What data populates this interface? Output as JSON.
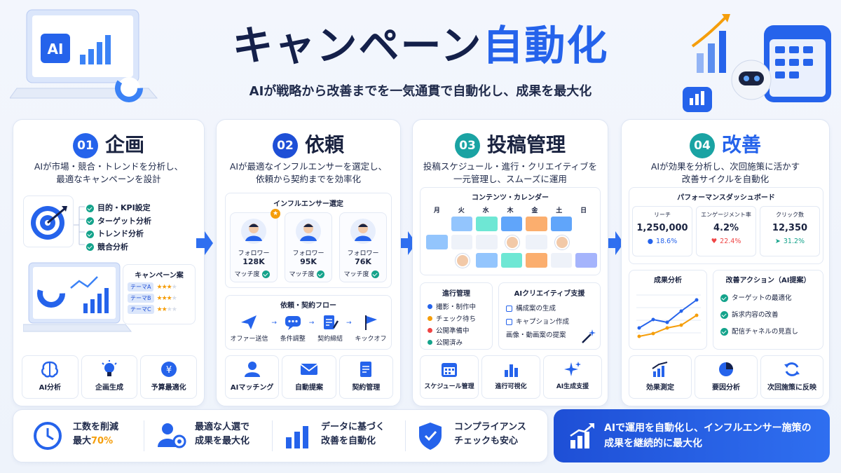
{
  "header": {
    "title_a": "キャンペーン",
    "title_b": "自動化",
    "subtitle": "AIが戦略から改善までを一気通貫で自動化し、成果を最大化",
    "laptop_badge": "AI"
  },
  "col1": {
    "num": "01",
    "title": "企画",
    "desc1": "AIが市場・競合・トレンドを分析し、",
    "desc2": "最適なキャンペーンを設計",
    "checks": [
      "目的・KPI設定",
      "ターゲット分析",
      "トレンド分析",
      "競合分析"
    ],
    "plan_title": "キャンペーン案",
    "plans": [
      {
        "name": "テーマA",
        "stars": 3
      },
      {
        "name": "テーマB",
        "stars": 3
      },
      {
        "name": "テーマC",
        "stars": 2
      }
    ],
    "tools": [
      "AI分析",
      "企画生成",
      "予算最適化"
    ]
  },
  "col2": {
    "num": "02",
    "title": "依頼",
    "desc1": "AIが最適なインフルエンサーを選定し、",
    "desc2": "依頼から契約までを効率化",
    "select_title": "インフルエンサー選定",
    "influencers": [
      {
        "label": "フォロワー",
        "count": "128K",
        "match": "マッチ度"
      },
      {
        "label": "フォロワー",
        "count": "95K",
        "match": "マッチ度"
      },
      {
        "label": "フォロワー",
        "count": "76K",
        "match": "マッチ度"
      }
    ],
    "flow_title": "依頼・契約フロー",
    "flow": [
      "オファー送信",
      "条件調整",
      "契約締結",
      "キックオフ"
    ],
    "tools": [
      "AIマッチング",
      "自動提案",
      "契約管理"
    ]
  },
  "col3": {
    "num": "03",
    "title": "投稿管理",
    "desc1": "投稿スケジュール・進行・クリエイティブを",
    "desc2": "一元管理し、スムーズに運用",
    "cal_title": "コンテンツ・カレンダー",
    "days": [
      "月",
      "火",
      "水",
      "木",
      "金",
      "土",
      "日"
    ],
    "progress_title": "進行管理",
    "progress": [
      {
        "label": "撮影・制作中",
        "color": "#2563eb"
      },
      {
        "label": "チェック待ち",
        "color": "#f59e0b"
      },
      {
        "label": "公開準備中",
        "color": "#ef4444"
      },
      {
        "label": "公開済み",
        "color": "#14a38b"
      }
    ],
    "creative_title": "AIクリエイティブ支援",
    "creative": [
      "構成案の生成",
      "キャプション作成",
      "画像・動画案の提案"
    ],
    "tools": [
      "スケジュール管理",
      "進行可視化",
      "AI生成支援"
    ]
  },
  "col4": {
    "num": "04",
    "title": "改善",
    "desc1": "AIが効果を分析し、次回施策に活かす",
    "desc2": "改善サイクルを自動化",
    "dash_title": "パフォーマンスダッシュボード",
    "metrics": [
      {
        "label": "リーチ",
        "value": "1,250,000",
        "delta": "18.6%",
        "color": "#2563eb"
      },
      {
        "label": "エンゲージメント率",
        "value": "4.2%",
        "delta": "22.4%",
        "color": "#ef4444"
      },
      {
        "label": "クリック数",
        "value": "12,350",
        "delta": "31.2%",
        "color": "#14a38b"
      }
    ],
    "analysis_title": "成果分析",
    "action_title": "改善アクション（AI提案）",
    "actions": [
      "ターゲットの最適化",
      "訴求内容の改善",
      "配信チャネルの見直し"
    ],
    "tools": [
      "効果測定",
      "要因分析",
      "次回施策に反映"
    ]
  },
  "bottom": {
    "b1a": "工数を削減",
    "b1b": "最大",
    "b1c": "70%",
    "b2a": "最適な人選で",
    "b2b": "成果を最大化",
    "b3a": "データに基づく",
    "b3b": "改善を自動化",
    "b4a": "コンプライアンス",
    "b4b": "チェックも安心",
    "cta1": "AIで運用を自動化し、インフルエンサー施策の",
    "cta2": "成果を継続的に最大化"
  },
  "colors": {
    "primary": "#2563eb",
    "navy": "#14204a",
    "teal": "#14a38b"
  }
}
